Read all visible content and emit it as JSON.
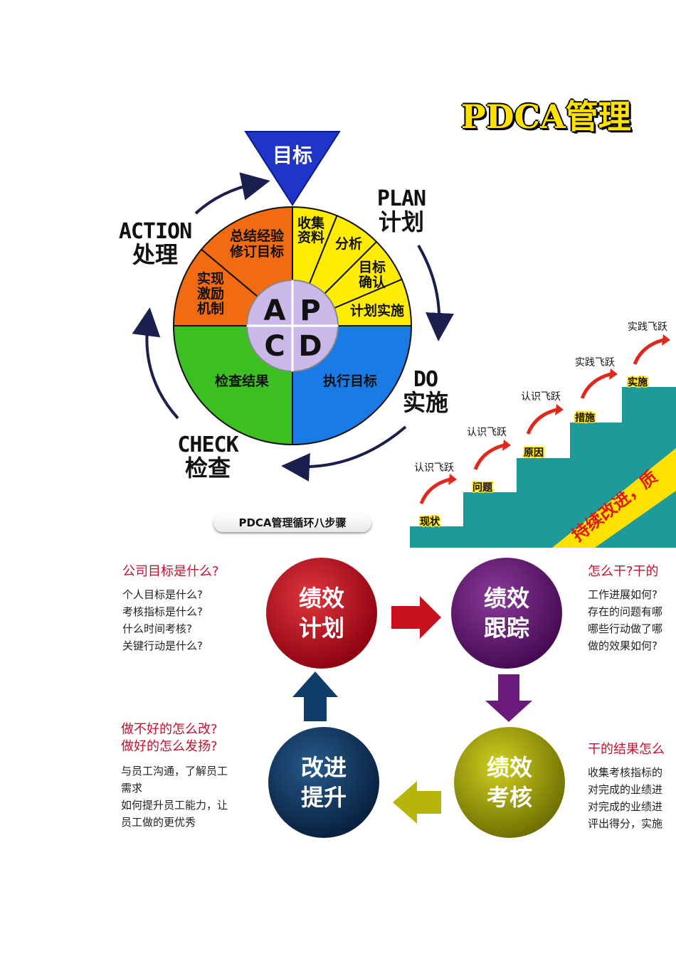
{
  "title": "PDCA管理",
  "top_diagram": {
    "goal_label": "目标",
    "plan": {
      "en": "PLAN",
      "cn": "计划"
    },
    "do": {
      "en": "DO",
      "cn": "实施"
    },
    "check": {
      "en": "CHECK",
      "cn": "检查"
    },
    "action": {
      "en": "ACTION",
      "cn": "处理"
    },
    "segments": {
      "summarize": [
        "总结经验",
        "修订目标"
      ],
      "collect": [
        "收集",
        "资料"
      ],
      "analyze": "分析",
      "confirm": [
        "目标",
        "确认"
      ],
      "plan_impl": "计划实施",
      "incentive": [
        "实现",
        "激励",
        "机制"
      ],
      "check_result": "检查结果",
      "execute_goal": "执行目标"
    },
    "center": {
      "a": "A",
      "p": "P",
      "c": "C",
      "d": "D"
    },
    "colors": {
      "red": "#f26b10",
      "yellow": "#ffec00",
      "green": "#3cc021",
      "blue": "#1a7be6",
      "center": "#c9b8e8"
    },
    "caption": "PDCA管理循环八步骤"
  },
  "stairs": {
    "steps": [
      "现状",
      "问题",
      "原因",
      "措施",
      "实施"
    ],
    "leaps": [
      "认识飞跃",
      "认识飞跃",
      "认识飞跃",
      "实践飞跃",
      "实践飞跃"
    ],
    "banner": "持续改进，质",
    "colors": {
      "stair": "#1f9a9a",
      "banner": "#ffe100",
      "arrow": "#e0281c"
    }
  },
  "cycle": {
    "plan": {
      "line1": "绩效",
      "line2": "计划",
      "color": "#c8101e"
    },
    "track": {
      "line1": "绩效",
      "line2": "跟踪",
      "color": "#6a1a7a"
    },
    "assess": {
      "line1": "绩效",
      "line2": "考核",
      "color": "#a8a80e"
    },
    "improve": {
      "line1": "改进",
      "line2": "提升",
      "color": "#0f3d6a"
    },
    "q_plan_title": "公司目标是什么?",
    "q_plan_lines": "个人目标是什么?\n考核指标是什么?\n什么时间考核?\n关键行动是什么?",
    "q_track_title": "怎么干?干的",
    "q_track_lines": "工作进展如何?\n存在的问题有哪\n哪些行动做了哪\n做的效果如何?",
    "q_improve_title_1": "做不好的怎么改?",
    "q_improve_title_2": "做好的怎么发扬?",
    "q_improve_lines": "与员工沟通，了解员工\n需求\n如何提升员工能力，让\n员工做的更优秀",
    "q_assess_title": "干的结果怎么",
    "q_assess_lines": "收集考核指标的\n对完成的业绩进\n对完成的业绩进\n评出得分，实施"
  }
}
